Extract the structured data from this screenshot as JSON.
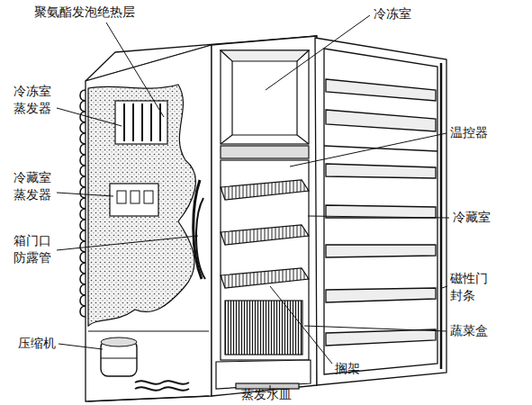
{
  "diagram": {
    "labels": [
      "聚氨酯发泡绝热层",
      "冷冻室 蒸发器",
      "冷藏室 蒸发器",
      "箱门口 防露管",
      "压缩机",
      "冷冻室",
      "温控器",
      "冷藏室",
      "磁性门 封条",
      "蔬菜盒",
      "搁架",
      "蒸发水皿"
    ]
  }
}
